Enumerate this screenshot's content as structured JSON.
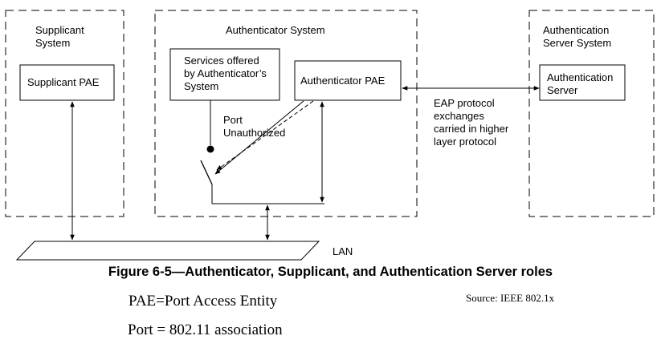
{
  "systems": {
    "supplicant": [
      "Supplicant",
      "System"
    ],
    "authenticator": "Authenticator System",
    "server": [
      "Authentication",
      "Server System"
    ]
  },
  "boxes": {
    "supplicant_pae": "Supplicant PAE",
    "services": [
      "Services offered",
      "by Authenticator’s",
      "System"
    ],
    "authenticator_pae": "Authenticator PAE",
    "auth_server": [
      "Authentication",
      "Server"
    ]
  },
  "labels": {
    "port": [
      "Port",
      "Unauthorized"
    ],
    "eap": [
      "EAP protocol",
      "exchanges",
      "carried in higher",
      "layer protocol"
    ],
    "lan": "LAN"
  },
  "caption": "Figure 6-5—Authenticator, Supplicant, and Authentication Server roles",
  "notes": {
    "pae": "PAE=Port Access Entity",
    "port": "Port = 802.11 association",
    "source": "Source: IEEE 802.1x"
  }
}
